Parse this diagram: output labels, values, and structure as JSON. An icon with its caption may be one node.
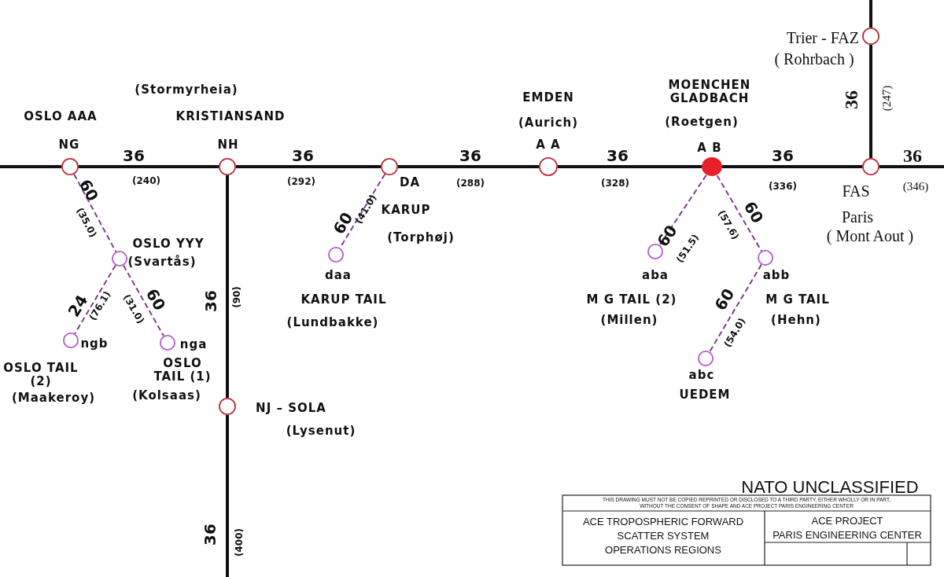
{
  "diagram": {
    "nodes": [
      {
        "text": [],
        "shape": "circle",
        "beside": [
          "OSLO AAA",
          "NG"
        ]
      },
      {
        "text": [],
        "shape": "circle",
        "beside": [
          "(Stormyrheia)",
          "KRISTIANSAND",
          "NH"
        ]
      },
      {
        "text": [],
        "shape": "circle",
        "beside": [
          "DA",
          "KARUP",
          "(Torphøj)"
        ]
      },
      {
        "text": [],
        "shape": "circle",
        "beside": [
          "EMDEN",
          "(Aurich)",
          "A A"
        ]
      },
      {
        "text": [],
        "shape": "circle",
        "beside": [
          "MOENCHEN GLADBACH",
          "(Roetgen)",
          "A B"
        ]
      },
      {
        "text": [],
        "shape": "circle",
        "beside": [
          "Trier - FAZ",
          "( Rohrbach )"
        ]
      },
      {
        "text": [],
        "shape": "circle",
        "beside": [
          "FAS",
          "Paris",
          "( Mont Aout )"
        ]
      },
      {
        "text": [],
        "shape": "circle",
        "beside": [
          "OSLO YYY",
          "(Svartås)"
        ]
      },
      {
        "text": [],
        "shape": "circle",
        "beside": [
          "daa",
          "KARUP TAIL",
          "(Lundbakke)"
        ]
      },
      {
        "text": [],
        "shape": "circle",
        "beside": [
          "aba",
          "M G TAIL (2)",
          "(Millen)"
        ]
      },
      {
        "text": [],
        "shape": "circle",
        "beside": [
          "abb",
          "M G TAIL",
          "(Hehn)"
        ]
      },
      {
        "text": [],
        "shape": "circle",
        "beside": [
          "ngb",
          "OSLO TAIL (2)",
          "(Maakeroy)"
        ]
      },
      {
        "text": [],
        "shape": "circle",
        "beside": [
          "nga",
          "OSLO TAIL (1)",
          "(Kolsaas)"
        ]
      },
      {
        "text": [],
        "shape": "circle",
        "beside": [
          "abc",
          "UEDEM"
        ]
      },
      {
        "text": [],
        "shape": "circle",
        "beside": [
          "NJ – SOLA",
          "(Lysenut)"
        ]
      }
    ],
    "edges": [
      {
        "from": null,
        "to": 0,
        "arrow": "none"
      },
      {
        "from": 0,
        "to": 1,
        "arrow": "none",
        "label": "36"
      },
      {
        "from": 1,
        "to": 2,
        "arrow": "none",
        "label": "36"
      },
      {
        "from": 2,
        "to": 3,
        "arrow": "none",
        "label": "36"
      },
      {
        "from": 3,
        "to": 4,
        "arrow": "none",
        "label": "36"
      },
      {
        "from": 4,
        "to": 6,
        "arrow": "none",
        "label": "36"
      },
      {
        "from": 6,
        "to": null,
        "arrow": "none",
        "label": "36"
      },
      {
        "from": null,
        "to": 5,
        "arrow": "none"
      },
      {
        "from": 5,
        "to": 6,
        "arrow": "none",
        "label": "36"
      },
      {
        "from": 1,
        "to": 14,
        "arrow": "none",
        "label": "36"
      },
      {
        "from": 14,
        "to": null,
        "arrow": "none",
        "label": "36"
      },
      {
        "from": 0,
        "to": 7,
        "arrow": "none",
        "label": "60",
        "style": "dashed",
        "color": "#7b3f8c"
      },
      {
        "from": 7,
        "to": 11,
        "arrow": "none",
        "label": "24",
        "style": "dashed",
        "color": "#7b3f8c"
      },
      {
        "from": 7,
        "to": 12,
        "arrow": "none",
        "label": "60",
        "style": "dashed",
        "color": "#7b3f8c"
      },
      {
        "from": 2,
        "to": 8,
        "arrow": "none",
        "label": "60",
        "style": "dashed",
        "color": "#7b3f8c"
      },
      {
        "from": 4,
        "to": 9,
        "arrow": "none",
        "label": "60",
        "style": "dashed",
        "color": "#7b3f8c"
      },
      {
        "from": 4,
        "to": 10,
        "arrow": "none",
        "label": "60",
        "style": "dashed",
        "color": "#7b3f8c"
      },
      {
        "from": 10,
        "to": 13,
        "arrow": "none",
        "label": "60",
        "style": "dashed",
        "color": "#7b3f8c"
      }
    ],
    "labels": [
      "(240)",
      "(292)",
      "(288)",
      "(328)",
      "(336)",
      "(346)",
      "(247)",
      "(90)",
      "(400)",
      "(35.0)",
      "(76.1)",
      "(31.0)",
      "(41.0)",
      "(51.5)",
      "(57.6)",
      "(54.0)",
      "NATO UNCLASSIFIED",
      "THIS DRAWING MUST NOT BE COPIED REPRINTED OR DISCLOSED TO A THIRD PARTY, EITHER WHOLLY OR IN PART, WITHOUT THE CONSENT OF SHAPE AND ACE PROJECT PARIS ENGINEERING CENTER",
      "ACE TROPOSPHERIC FORWARD",
      "SCATTER SYSTEM",
      "OPERATIONS REGIONS",
      "ACE PROJECT",
      "PARIS ENGINEERING CENTER"
    ]
  }
}
